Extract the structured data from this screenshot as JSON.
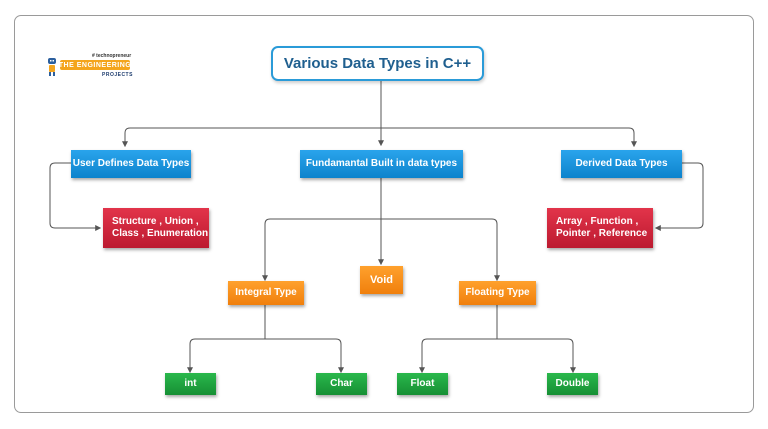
{
  "diagram": {
    "title": "Various Data Types in C++",
    "logo": {
      "tagline": "# technopreneur",
      "name": "THE ENGINEERING",
      "sub": "PROJECTS"
    },
    "categories": {
      "user_defined": "User Defines Data Types",
      "fundamental": "Fundamantal Built in data types",
      "derived": "Derived Data Types"
    },
    "details": {
      "user_defined_line1": "Structure , Union ,",
      "user_defined_line2": "Class , Enumeration",
      "derived_line1": "Array , Function ,",
      "derived_line2": "Pointer , Reference"
    },
    "fundamental_children": {
      "integral": "Integral Type",
      "void": "Void",
      "floating": "Floating Type"
    },
    "leaves": {
      "int": "int",
      "char": "Char",
      "float": "Float",
      "double": "Double"
    },
    "colors": {
      "title_border": "#2a9bd8",
      "category": "#1591dc",
      "detail": "#cf2640",
      "subtype": "#f7901a",
      "leaf": "#1fa440",
      "connector": "#555555"
    }
  }
}
